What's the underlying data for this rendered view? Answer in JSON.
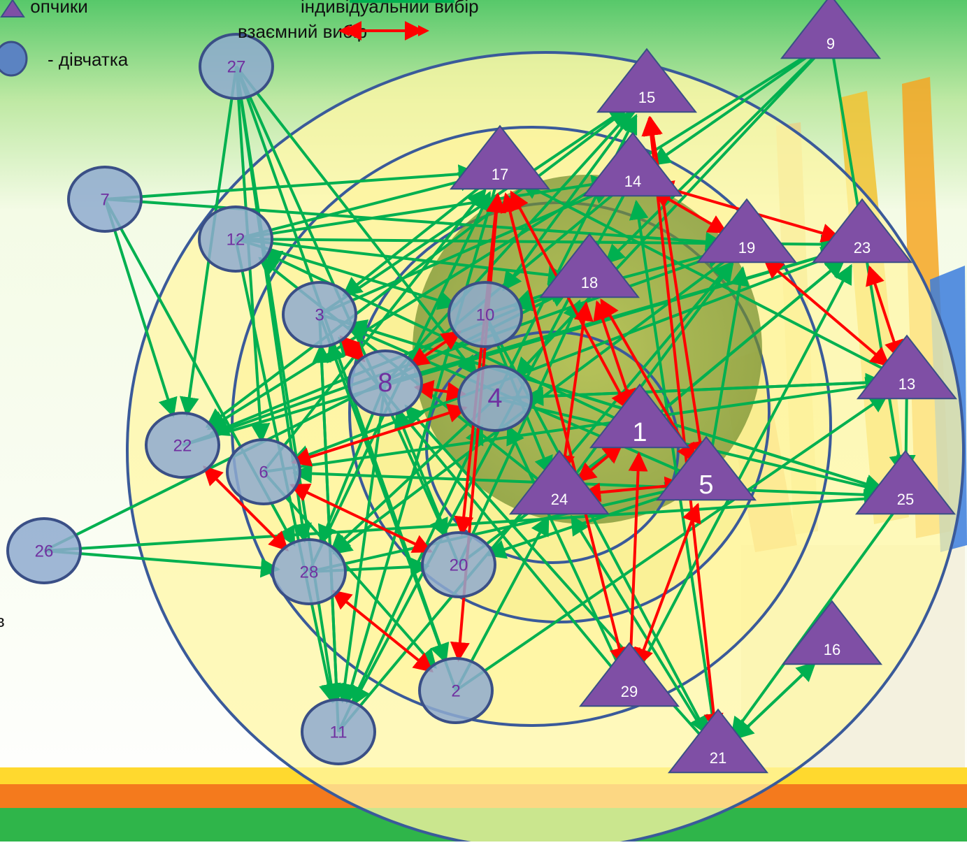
{
  "legend": {
    "boys_label": "опчики",
    "individual_label": "індивідуальний вибір",
    "mutual_label": "взаємний вибір",
    "girls_label": "- дівчатка",
    "side_letter": "в"
  },
  "colors": {
    "individual_arrow": "#00b050",
    "mutual_arrow": "#ff0000",
    "boy_fill": "#7f4fa5",
    "girl_fill": "#8eaacf",
    "node_stroke": "#3a4f86",
    "ring_stroke": "#3a5a9a",
    "ring_fill": "#fdf6a8",
    "center_fill": "#8ea33a",
    "boy_label": "#ffffff",
    "girl_label": "#7030a0"
  },
  "boys": [
    {
      "id": "9"
    },
    {
      "id": "15"
    },
    {
      "id": "17"
    },
    {
      "id": "14"
    },
    {
      "id": "19"
    },
    {
      "id": "23"
    },
    {
      "id": "18"
    },
    {
      "id": "13"
    },
    {
      "id": "1"
    },
    {
      "id": "5"
    },
    {
      "id": "24"
    },
    {
      "id": "25"
    },
    {
      "id": "16"
    },
    {
      "id": "29"
    },
    {
      "id": "21"
    }
  ],
  "girls": [
    {
      "id": "27"
    },
    {
      "id": "7"
    },
    {
      "id": "12"
    },
    {
      "id": "3"
    },
    {
      "id": "10"
    },
    {
      "id": "8"
    },
    {
      "id": "4"
    },
    {
      "id": "22"
    },
    {
      "id": "6"
    },
    {
      "id": "26"
    },
    {
      "id": "28"
    },
    {
      "id": "20"
    },
    {
      "id": "2"
    },
    {
      "id": "11"
    }
  ],
  "mutual_choices": [
    [
      "17",
      "20"
    ],
    [
      "17",
      "2"
    ],
    [
      "17",
      "29"
    ],
    [
      "17",
      "1"
    ],
    [
      "15",
      "21"
    ],
    [
      "15",
      "5"
    ],
    [
      "14",
      "23"
    ],
    [
      "14",
      "19"
    ],
    [
      "18",
      "1"
    ],
    [
      "18",
      "24"
    ],
    [
      "18",
      "5"
    ],
    [
      "23",
      "13"
    ],
    [
      "19",
      "13"
    ],
    [
      "10",
      "8"
    ],
    [
      "3",
      "8"
    ],
    [
      "8",
      "4"
    ],
    [
      "4",
      "6"
    ],
    [
      "22",
      "28"
    ],
    [
      "6",
      "20"
    ],
    [
      "28",
      "2"
    ],
    [
      "1",
      "29"
    ],
    [
      "5",
      "29"
    ],
    [
      "5",
      "24"
    ],
    [
      "1",
      "24"
    ]
  ],
  "individual_choices": [
    [
      "27",
      "22"
    ],
    [
      "27",
      "28"
    ],
    [
      "27",
      "11"
    ],
    [
      "27",
      "20"
    ],
    [
      "27",
      "2"
    ],
    [
      "27",
      "6"
    ],
    [
      "27",
      "4"
    ],
    [
      "7",
      "28"
    ],
    [
      "7",
      "22"
    ],
    [
      "7",
      "19"
    ],
    [
      "7",
      "17"
    ],
    [
      "12",
      "17"
    ],
    [
      "12",
      "14"
    ],
    [
      "12",
      "10"
    ],
    [
      "12",
      "23"
    ],
    [
      "12",
      "11"
    ],
    [
      "12",
      "18"
    ],
    [
      "3",
      "14"
    ],
    [
      "3",
      "15"
    ],
    [
      "3",
      "2"
    ],
    [
      "3",
      "11"
    ],
    [
      "3",
      "25"
    ],
    [
      "10",
      "18"
    ],
    [
      "10",
      "24"
    ],
    [
      "10",
      "21"
    ],
    [
      "8",
      "15"
    ],
    [
      "8",
      "11"
    ],
    [
      "8",
      "23"
    ],
    [
      "8",
      "28"
    ],
    [
      "4",
      "15"
    ],
    [
      "4",
      "13"
    ],
    [
      "4",
      "25"
    ],
    [
      "4",
      "28"
    ],
    [
      "22",
      "23"
    ],
    [
      "22",
      "19"
    ],
    [
      "6",
      "13"
    ],
    [
      "6",
      "2"
    ],
    [
      "6",
      "17"
    ],
    [
      "26",
      "28"
    ],
    [
      "26",
      "25"
    ],
    [
      "26",
      "18"
    ],
    [
      "28",
      "20"
    ],
    [
      "28",
      "5"
    ],
    [
      "28",
      "17"
    ],
    [
      "20",
      "8"
    ],
    [
      "20",
      "18"
    ],
    [
      "20",
      "1"
    ],
    [
      "2",
      "3"
    ],
    [
      "2",
      "24"
    ],
    [
      "2",
      "13"
    ],
    [
      "11",
      "4"
    ],
    [
      "11",
      "19"
    ],
    [
      "11",
      "3"
    ],
    [
      "9",
      "22"
    ],
    [
      "9",
      "25"
    ],
    [
      "9",
      "18"
    ],
    [
      "9",
      "14"
    ],
    [
      "9",
      "4"
    ],
    [
      "13",
      "4"
    ],
    [
      "13",
      "17"
    ],
    [
      "13",
      "25"
    ],
    [
      "25",
      "6"
    ],
    [
      "25",
      "3"
    ],
    [
      "25",
      "21"
    ],
    [
      "21",
      "16"
    ],
    [
      "21",
      "8"
    ],
    [
      "21",
      "24"
    ],
    [
      "21",
      "14"
    ],
    [
      "16",
      "21"
    ],
    [
      "29",
      "4"
    ],
    [
      "29",
      "23"
    ],
    [
      "29",
      "3"
    ],
    [
      "24",
      "12"
    ],
    [
      "24",
      "19"
    ],
    [
      "1",
      "12"
    ],
    [
      "1",
      "23"
    ],
    [
      "5",
      "3"
    ],
    [
      "5",
      "20"
    ],
    [
      "5",
      "19"
    ],
    [
      "18",
      "22"
    ],
    [
      "18",
      "10"
    ],
    [
      "19",
      "10"
    ],
    [
      "19",
      "28"
    ],
    [
      "23",
      "24"
    ],
    [
      "23",
      "6"
    ],
    [
      "14",
      "11"
    ],
    [
      "14",
      "8"
    ],
    [
      "15",
      "10"
    ],
    [
      "15",
      "22"
    ],
    [
      "17",
      "11"
    ],
    [
      "17",
      "3"
    ]
  ]
}
